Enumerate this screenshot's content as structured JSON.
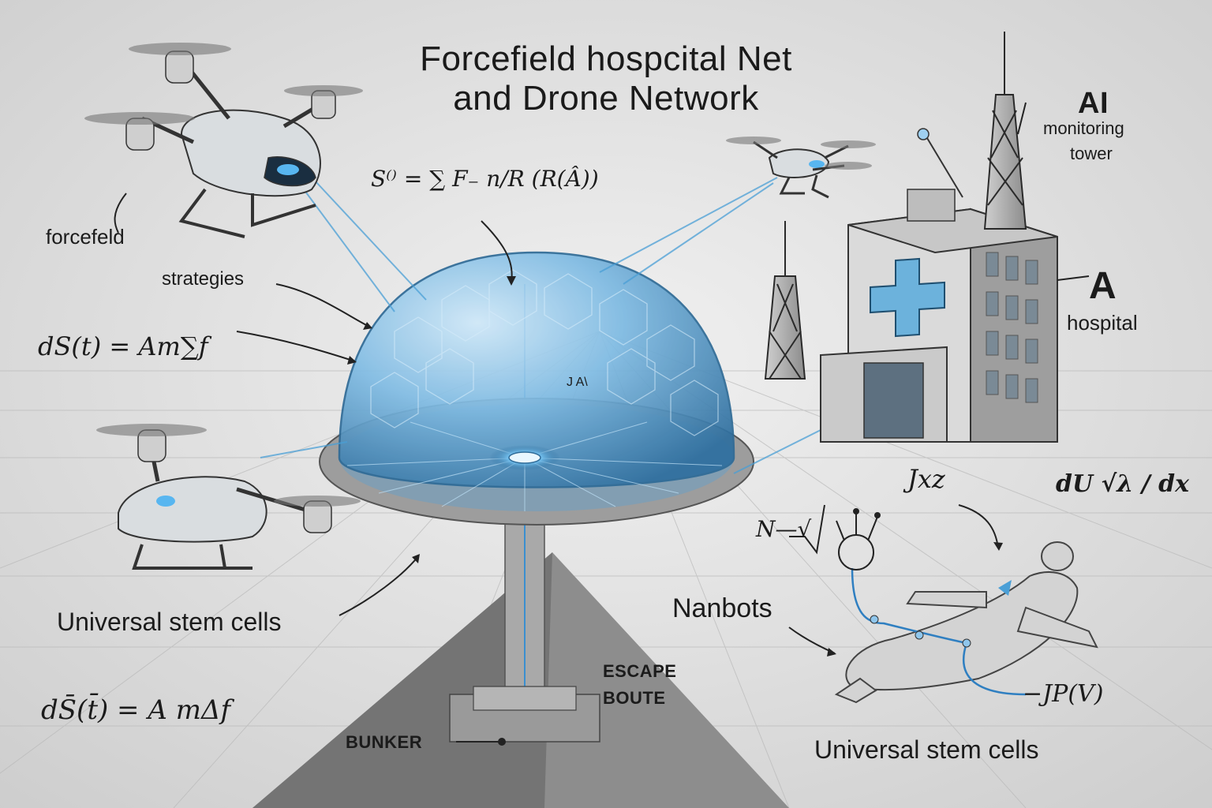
{
  "title": {
    "line1": "Forcefield hospcital Net",
    "line2": "and Drone Network"
  },
  "labels": {
    "forcefield": "forcefeld",
    "strategies": "strategies",
    "universal_stem_cells_left": "Universal stem cells",
    "universal_stem_cells_right": "Universal stem cells",
    "ai": "AI",
    "monitoring_tower_1": "monitoring",
    "monitoring_tower_2": "tower",
    "a_mark": "A",
    "hospital": "hospital",
    "nanobots": "Nanbots",
    "escape_1": "ESCAPE",
    "escape_2": "BOUTE",
    "bunker": "BUNKER",
    "dome_mark": "J A\\"
  },
  "equations": {
    "top": "S⁽⁾ = ∑ F₋ n/R (R(Â))",
    "left_upper": "dS(t) = Am∑f",
    "left_lower": "dS̄(t̄) = A mΔf",
    "jxz": "Jxz",
    "n_sym": "N—√",
    "right_dv": "dU √λ / dx",
    "jp": "−JP(V)"
  },
  "colors": {
    "background": "#e6e6e6",
    "dome_blue": "#5aa7d8",
    "cross_blue": "#6cb2dc",
    "ink": "#1b1b1b",
    "beam_blue": "#4a9fd6"
  }
}
